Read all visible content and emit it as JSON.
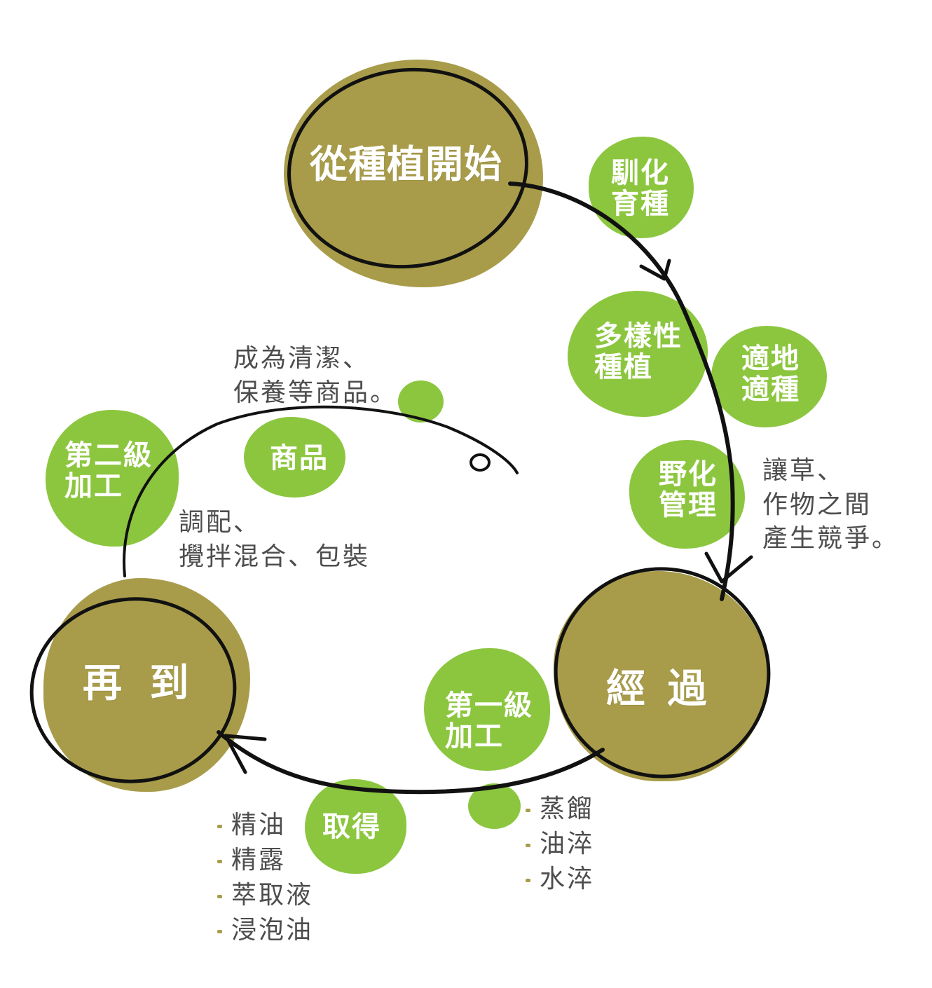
{
  "stages": {
    "start": "從種植開始",
    "through": "經 過",
    "again": "再 到"
  },
  "green_labels": {
    "domestication": "馴化\n育種",
    "diverse_planting": "多樣性\n種植",
    "right_land": "適地\n適種",
    "wild_management": "野化\n管理",
    "primary_processing": "第一級\n加工",
    "obtain": "取得",
    "secondary_processing": "第二級\n加工",
    "product": "商品"
  },
  "notes": {
    "competition": "讓草、\n作物之間\n產生競爭。",
    "blending": "調配、\n攪拌混合、包裝",
    "products": "成為清潔、\n保養等商品。"
  },
  "lists": {
    "primary_methods": [
      "蒸餾",
      "油淬",
      "水淬"
    ],
    "obtained_items": [
      "精油",
      "精露",
      "萃取液",
      "浸泡油"
    ]
  },
  "colors": {
    "olive": "#a89c4a",
    "green": "#8cc63f",
    "ink": "#111111",
    "text_gray": "#4d4d4d"
  }
}
